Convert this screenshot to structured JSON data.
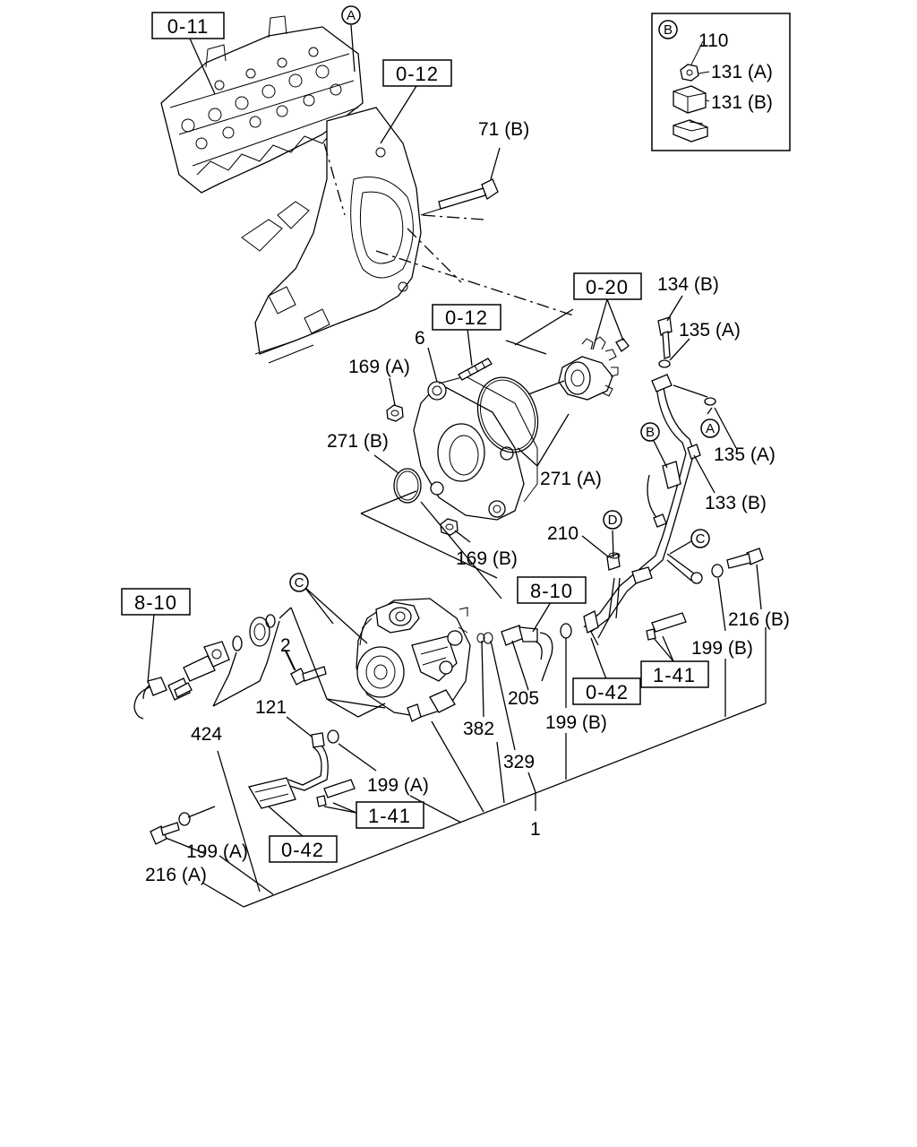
{
  "diagram": {
    "refs": {
      "r_0_11": "0-11",
      "r_0_12_top": "0-12",
      "r_0_12_mid": "0-12",
      "r_0_20": "0-20",
      "r_8_10_left": "8-10",
      "r_8_10_mid": "8-10",
      "r_0_42_right": "0-42",
      "r_1_41_right": "1-41",
      "r_1_41_bottom": "1-41",
      "r_0_42_bottom": "0-42"
    },
    "circles": {
      "A_top": "A",
      "A_right": "A",
      "B_inset": "B",
      "B_pipe": "B",
      "C_pump": "C",
      "C_pipe": "C",
      "D_pipe": "D"
    },
    "labels": {
      "l_110": "110",
      "l_131A": "131 (A)",
      "l_131B": "131 (B)",
      "l_71B": "71 (B)",
      "l_134B": "134 (B)",
      "l_135A_top": "135 (A)",
      "l_135A_right": "135 (A)",
      "l_133B": "133 (B)",
      "l_6": "6",
      "l_169A": "169 (A)",
      "l_271B": "271 (B)",
      "l_271A": "271 (A)",
      "l_169B": "169 (B)",
      "l_210": "210",
      "l_216B": "216 (B)",
      "l_199B_right": "199 (B)",
      "l_2": "2",
      "l_424": "424",
      "l_121": "121",
      "l_205": "205",
      "l_382": "382",
      "l_329": "329",
      "l_199B_mid": "199 (B)",
      "l_199A_mid": "199 (A)",
      "l_1": "1",
      "l_199A_low": "199 (A)",
      "l_216A": "216 (A)"
    }
  }
}
